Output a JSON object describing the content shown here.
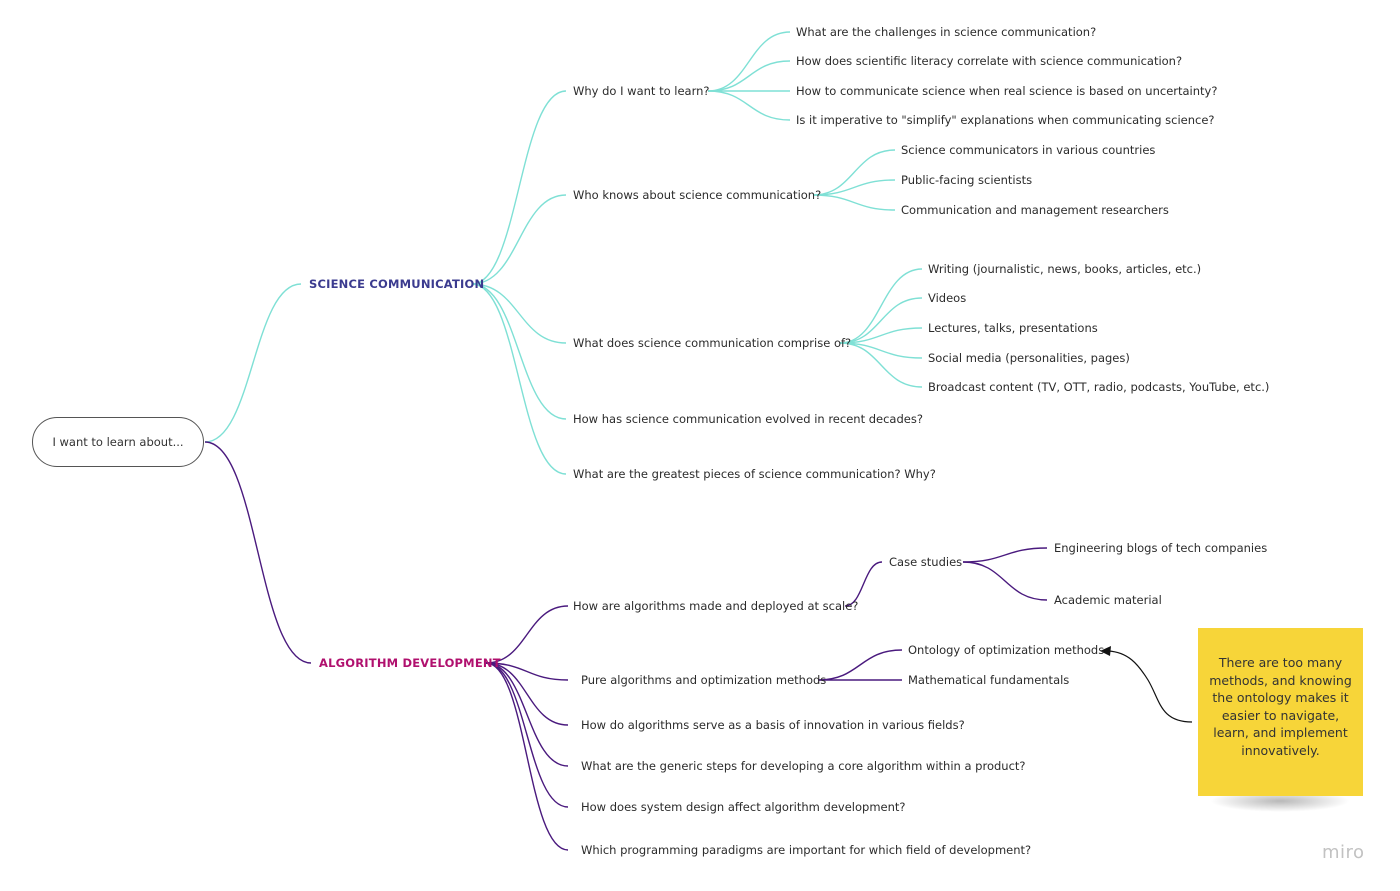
{
  "root": {
    "label": "I want to learn about..."
  },
  "branches": [
    {
      "label": "SCIENCE COMMUNICATION",
      "color": "#7fe0d5",
      "children": [
        {
          "label": "Why do I want to learn?",
          "children": [
            "What are the challenges in science communication?",
            "How does scientific literacy correlate with science communication?",
            "How to communicate science when real science is based on uncertainty?",
            "Is it imperative to \"simplify\" explanations when communicating science?"
          ]
        },
        {
          "label": "Who knows about science communication?",
          "children": [
            "Science communicators in various countries",
            "Public-facing scientists",
            "Communication and management researchers"
          ]
        },
        {
          "label": "What does science communication comprise of?",
          "children": [
            "Writing (journalistic, news, books, articles, etc.)",
            "Videos",
            "Lectures, talks, presentations",
            "Social media (personalities, pages)",
            "Broadcast content (TV, OTT, radio, podcasts, YouTube, etc.)"
          ]
        },
        {
          "label": "How has science communication evolved in recent decades?",
          "children": []
        },
        {
          "label": "What are the greatest pieces of science communication? Why?",
          "children": []
        }
      ]
    },
    {
      "label": "ALGORITHM DEVELOPMENT",
      "color": "#4a1a7e",
      "children": [
        {
          "label": "How are algorithms made and deployed at scale?",
          "children": [
            {
              "label": "Case studies",
              "children": [
                "Engineering blogs of tech companies",
                "Academic material"
              ]
            }
          ]
        },
        {
          "label": "Pure algorithms and optimization methods",
          "children": [
            "Ontology of optimization methods",
            "Mathematical fundamentals"
          ]
        },
        {
          "label": "How do algorithms serve as a basis of innovation in various fields?",
          "children": []
        },
        {
          "label": "What are the generic steps for developing a core algorithm within a product?",
          "children": []
        },
        {
          "label": "How does system design affect algorithm development?",
          "children": []
        },
        {
          "label": "Which programming paradigms are important for which field of development?",
          "children": []
        }
      ]
    }
  ],
  "sticky_note": {
    "text": "There are too many methods, and knowing the ontology makes it easier to navigate, learn, and implement innovatively.",
    "color": "#f7d539"
  },
  "watermark": "miro"
}
